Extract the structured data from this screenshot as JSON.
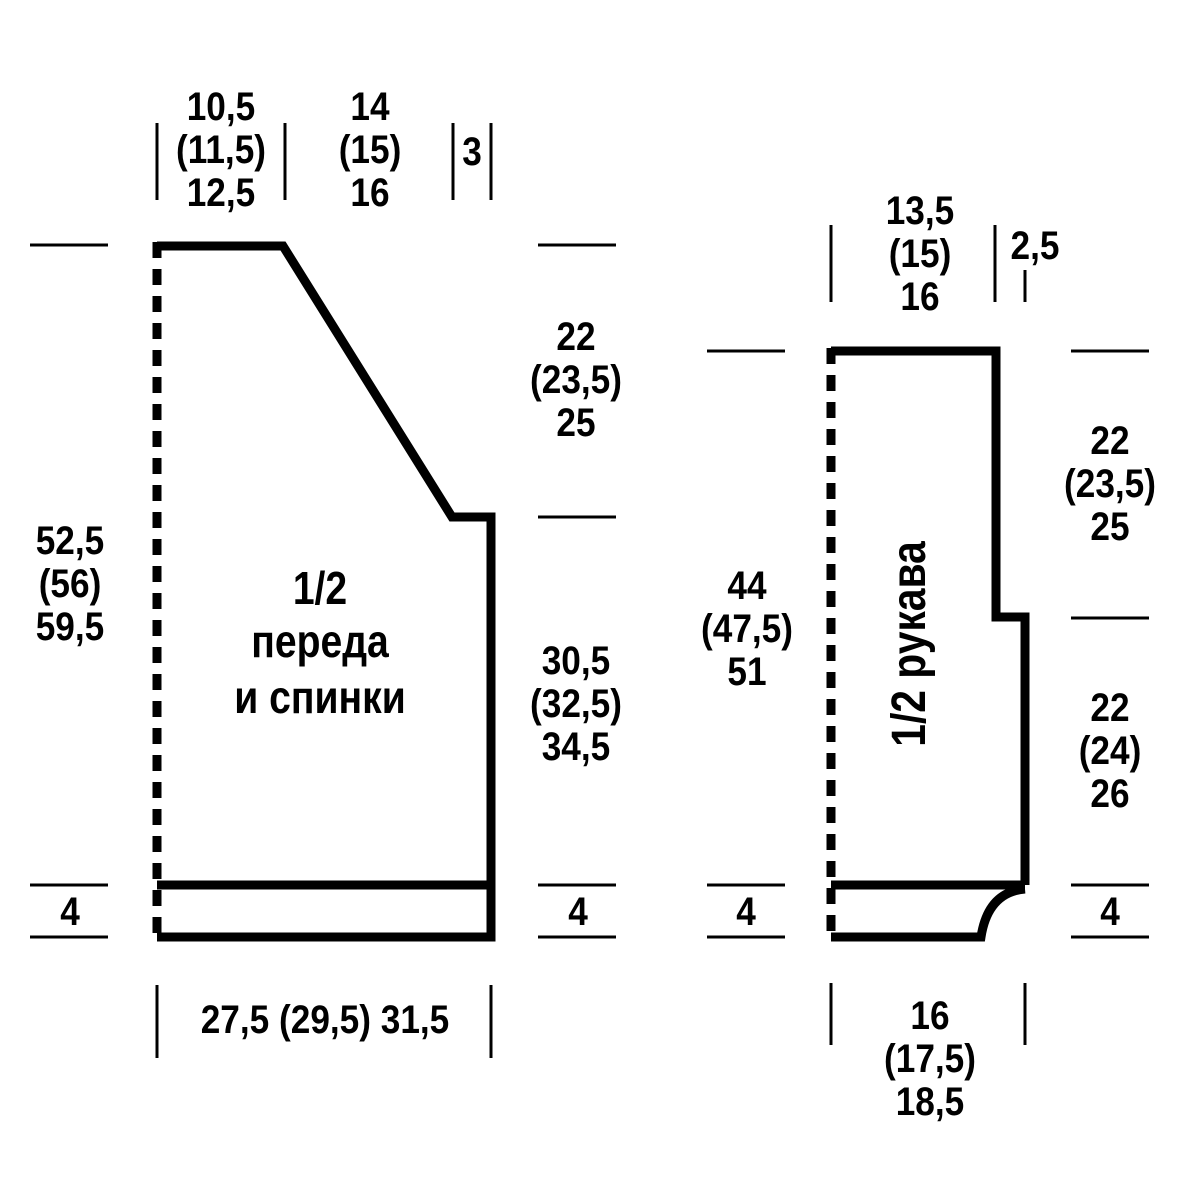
{
  "body_panel": {
    "title": [
      "1/2",
      "переда",
      "и спинки"
    ],
    "top_left_width": [
      "10,5",
      "(11,5)",
      "12,5"
    ],
    "top_middle_width": [
      "14",
      "(15)",
      "16"
    ],
    "top_right_width": "3",
    "total_height": [
      "52,5",
      "(56)",
      "59,5"
    ],
    "armhole_height": [
      "22",
      "(23,5)",
      "25"
    ],
    "side_height": [
      "30,5",
      "(32,5)",
      "34,5"
    ],
    "hem_left": "4",
    "hem_right": "4",
    "bottom_width": "27,5 (29,5) 31,5"
  },
  "sleeve_panel": {
    "title": "1/2 рукава",
    "top_width": [
      "13,5",
      "(15)",
      "16"
    ],
    "top_right_width": "2,5",
    "total_height": [
      "44",
      "(47,5)",
      "51"
    ],
    "upper_height": [
      "22",
      "(23,5)",
      "25"
    ],
    "lower_height": [
      "22",
      "(24)",
      "26"
    ],
    "cuff_left": "4",
    "cuff_right": "4",
    "bottom_width": [
      "16",
      "(17,5)",
      "18,5"
    ]
  },
  "colors": {
    "line": "#000000",
    "background": "#ffffff"
  }
}
